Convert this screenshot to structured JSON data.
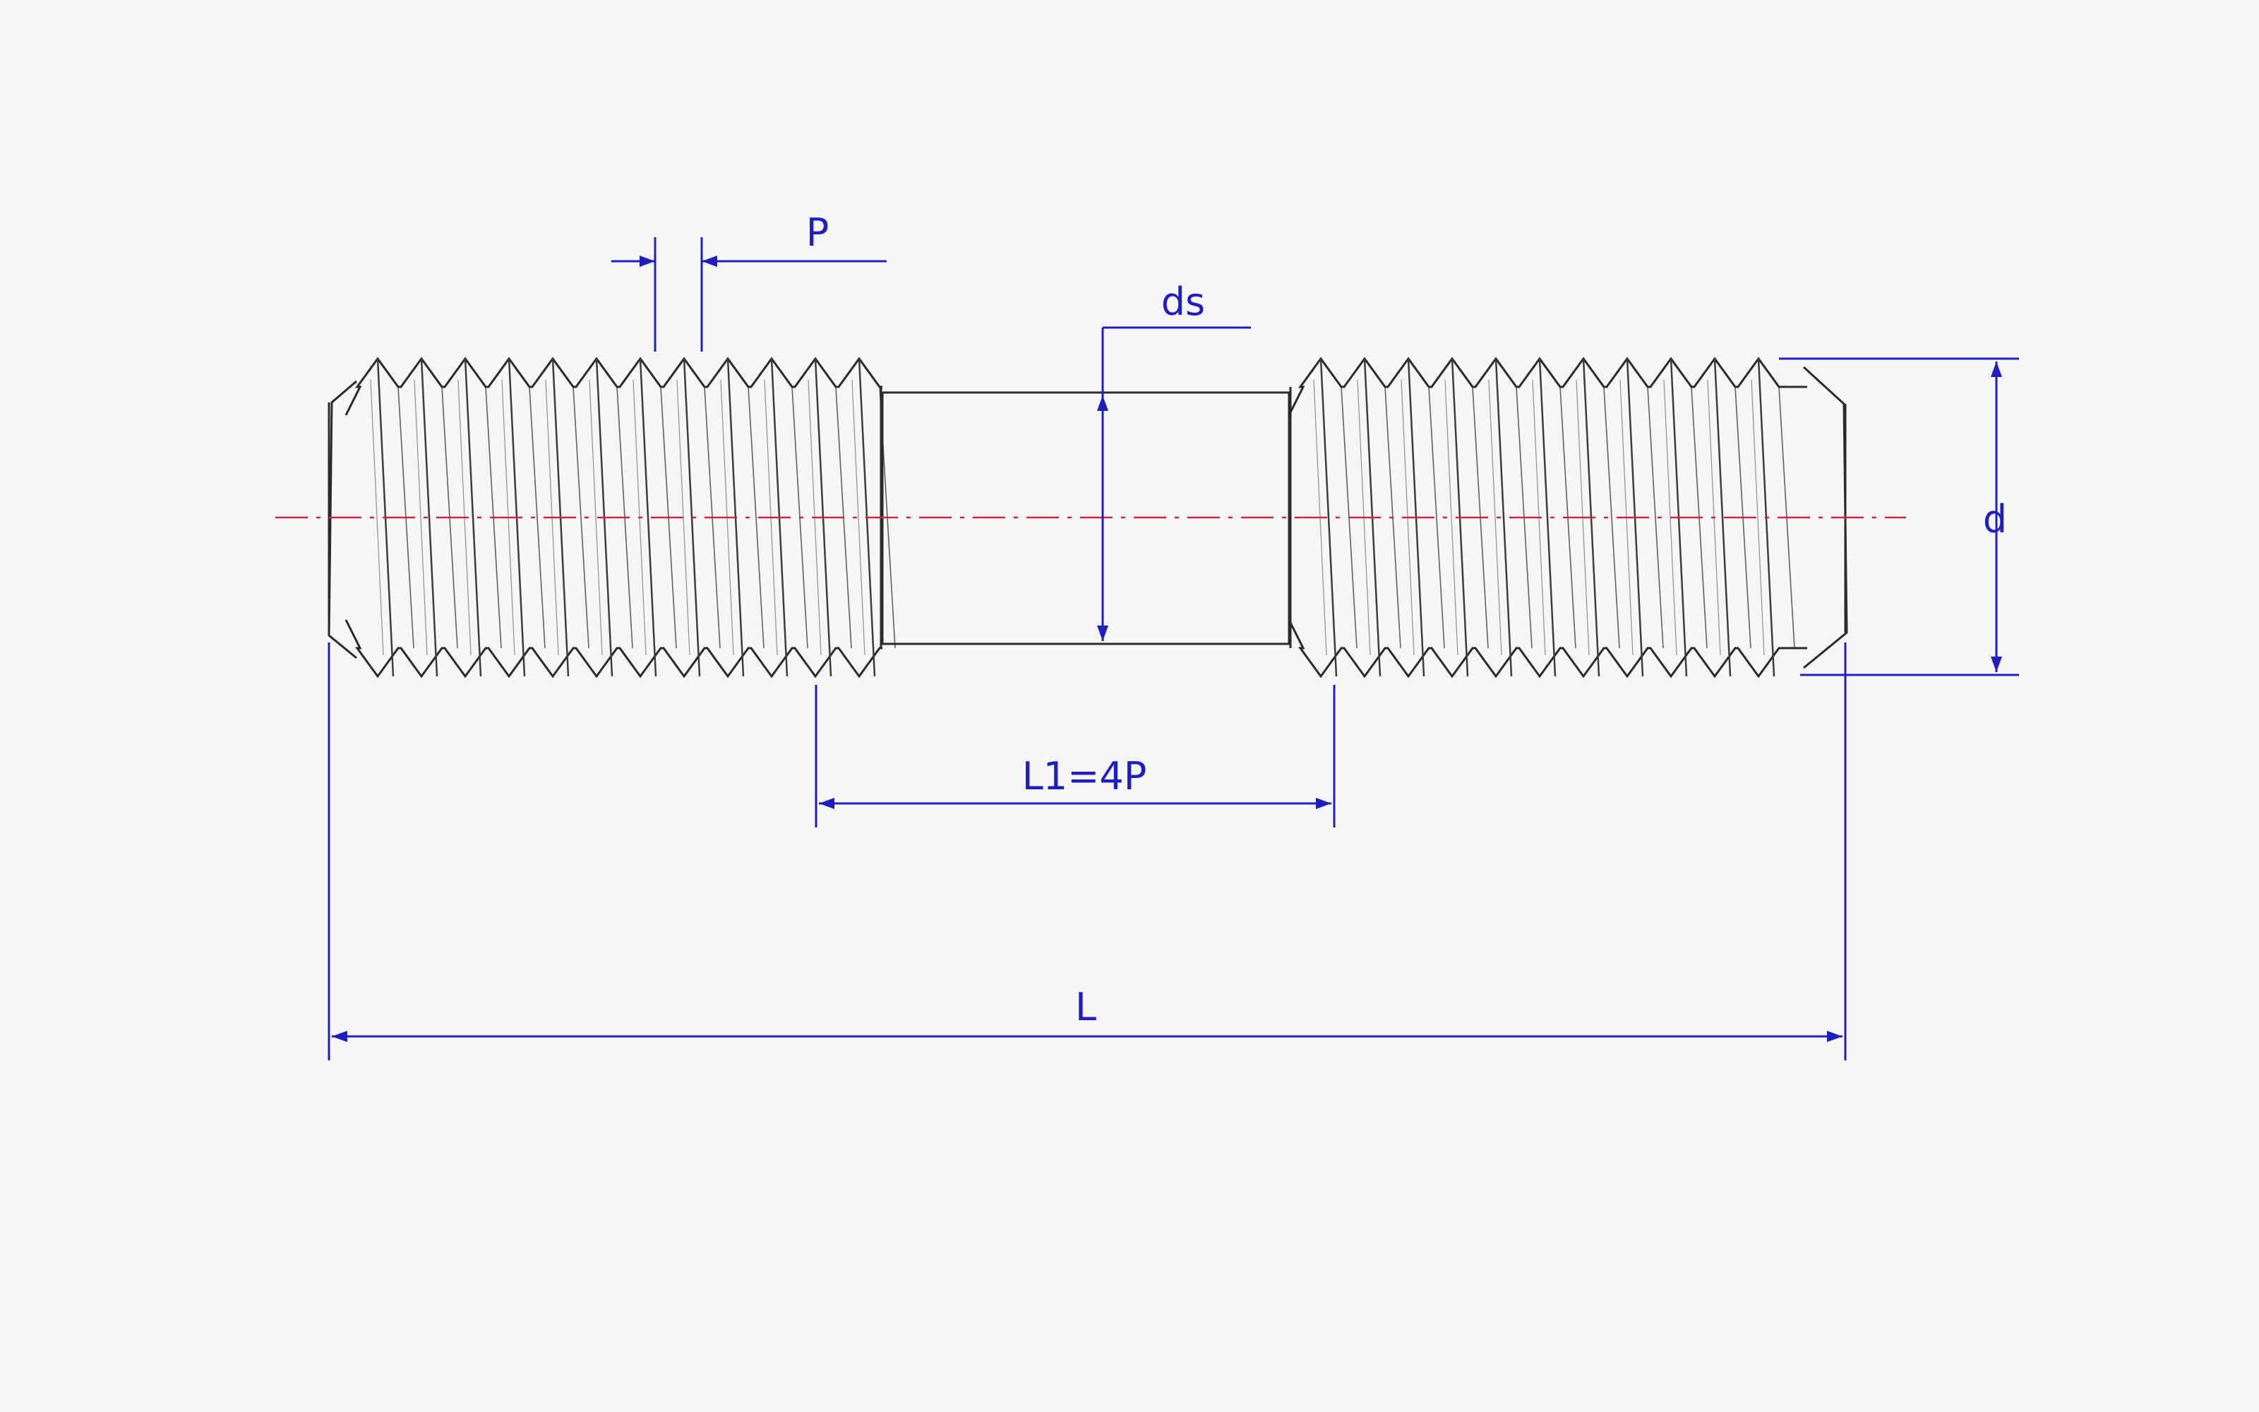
{
  "labels": {
    "pitch": "P",
    "shank_diameter": "ds",
    "major_diameter": "d",
    "unthreaded_length": "L1=4P",
    "total_length": "L"
  },
  "colors": {
    "background": "#f6f6f6",
    "outline": "#2a2a2a",
    "thread_fold": "#3c3c3c",
    "dimension": "#1f1fbf",
    "centerline": "#c8283c"
  }
}
